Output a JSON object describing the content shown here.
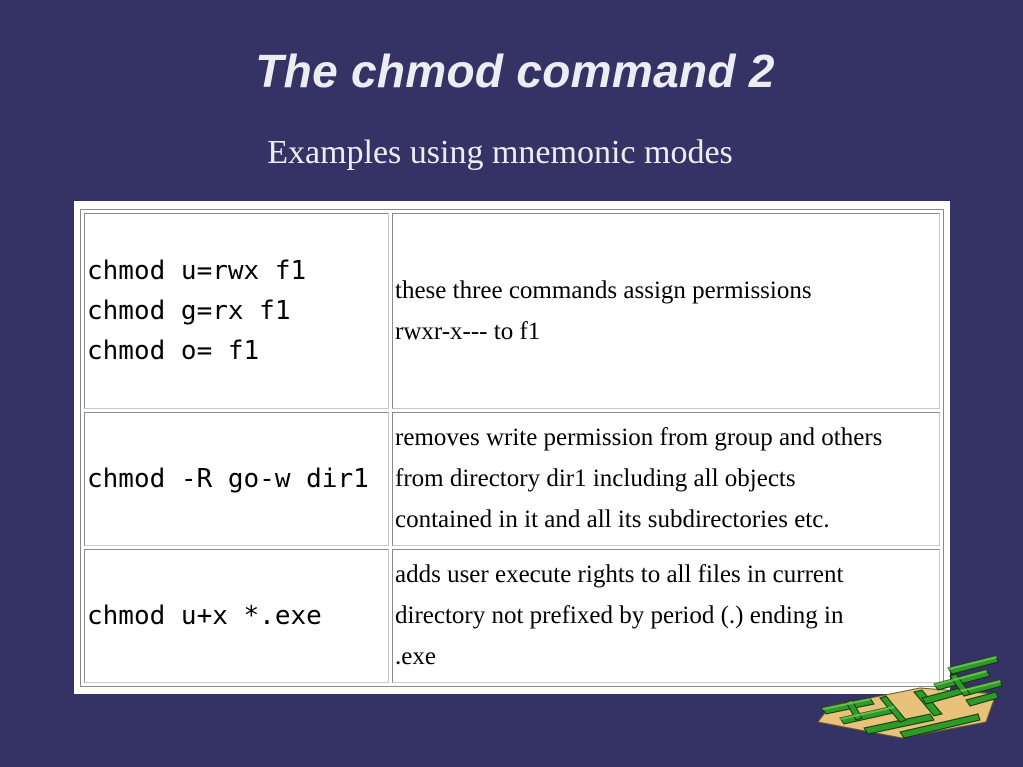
{
  "slide": {
    "title": "The chmod command 2",
    "subtitle": "Examples using mnemonic modes"
  },
  "table": {
    "rows": [
      {
        "command_lines": [
          "chmod u=rwx f1",
          "chmod g=rx f1",
          "chmod o= f1"
        ],
        "description_lines": [
          "these three commands assign permissions",
          "rwxr-x--- to f1"
        ]
      },
      {
        "command_lines": [
          "chmod -R go-w dir1"
        ],
        "description_lines": [
          "removes write permission from group and others",
          "from directory dir1  including all objects",
          "contained in it and all its subdirectories etc."
        ]
      },
      {
        "command_lines": [
          "chmod u+x *.exe"
        ],
        "description_lines": [
          "adds user execute rights to all files in current",
          "directory not prefixed by period (.) ending in",
          ".exe"
        ]
      }
    ]
  },
  "colors": {
    "background": "#353265",
    "text": "#ececf2",
    "logo_green": "#2f9a2a",
    "logo_tan": "#e8c27a"
  },
  "icons": {
    "corner_logo": "green-maze-logo-icon"
  }
}
